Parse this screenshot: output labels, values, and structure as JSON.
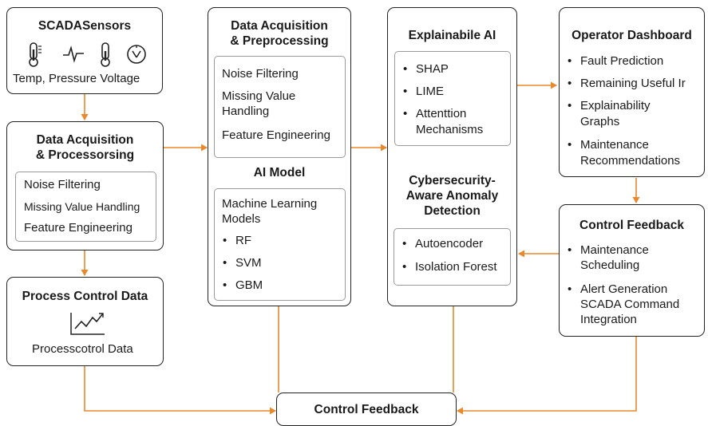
{
  "accent_color": "#e8892b",
  "scada": {
    "title": "SCADASensors",
    "caption": "Temp, Pressure Voltage",
    "icons": [
      "thermometer-icon",
      "waveform-icon",
      "thermometer-icon",
      "gauge-icon"
    ]
  },
  "dap_left": {
    "title_l1": "Data Acquisition",
    "title_l2": "& Processorsing",
    "items": [
      "Noise Filtering",
      "Missing Value Handling",
      "Feature Engineering"
    ]
  },
  "pcd": {
    "title": "Process Control Data",
    "caption": "Processcotrol Data",
    "icon": "line-chart-icon"
  },
  "dap_mid": {
    "title_l1": "Data Acquisition",
    "title_l2": "& Preprocessing",
    "items": [
      "Noise Filtering",
      "Missing Value",
      "Handling",
      "Feature Engineering"
    ]
  },
  "ai_model": {
    "title": "AI Model",
    "intro_l1": "Machine Learning",
    "intro_l2": "Models",
    "items": [
      "RF",
      "SVM",
      "GBM"
    ]
  },
  "xai": {
    "title": "Explainabile AI",
    "items": [
      "SHAP",
      "LIME",
      "Attenttion",
      "Mechanisms"
    ]
  },
  "cyber": {
    "title_l1": "Cybersecurity-",
    "title_l2": "Aware Anomaly",
    "title_l3": "Detection",
    "items": [
      "Autoencoder",
      "Isolation Forest"
    ]
  },
  "dashboard": {
    "title": "Operator Dashboard",
    "items": [
      "Fault Prediction",
      "Remaining Useful Ir",
      "Explainability",
      "Graphs",
      "Maintenance",
      "Recommendations"
    ]
  },
  "control_right": {
    "title": "Control Feedback",
    "items": [
      "Maintenance",
      "Scheduling",
      "Alert Generation",
      "SCADA Command",
      "Integration"
    ]
  },
  "control_bottom": {
    "title": "Control Feedback"
  },
  "bullet": "•"
}
